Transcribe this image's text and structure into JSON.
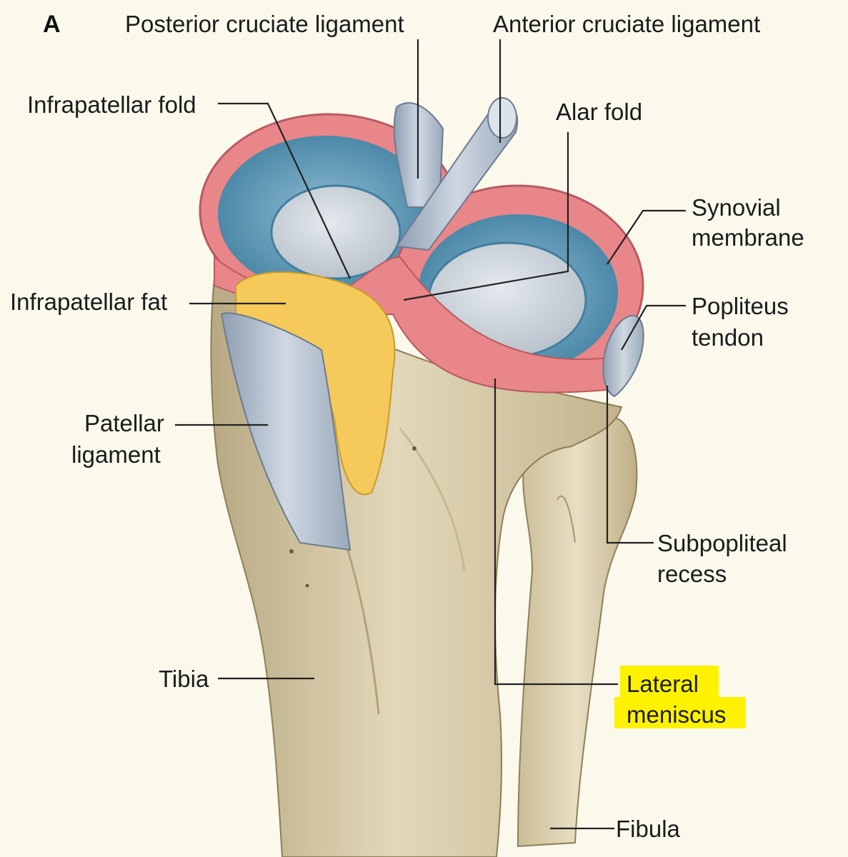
{
  "figure": {
    "panel_letter": "A",
    "highlight_color": "#fff200",
    "labels": {
      "posterior_cruciate_ligament": "Posterior cruciate ligament",
      "anterior_cruciate_ligament": "Anterior cruciate ligament",
      "infrapatellar_fold": "Infrapatellar fold",
      "alar_fold": "Alar fold",
      "synovial_membrane": [
        "Synovial",
        "membrane"
      ],
      "infrapatellar_fat": "Infrapatellar fat",
      "popliteus_tendon": [
        "Popliteus",
        "tendon"
      ],
      "patellar_ligament": [
        "Patellar",
        "ligament"
      ],
      "subpopliteal_recess": [
        "Subpopliteal",
        "recess"
      ],
      "tibia": "Tibia",
      "lateral_meniscus": [
        "Lateral",
        "meniscus"
      ],
      "fibula": "Fibula"
    }
  },
  "colors": {
    "background": "#fbf8ec",
    "bone": "#d6c9a4",
    "synovium": "#e9868a",
    "meniscus_cartilage": "#5f9bb8",
    "ligament": "#aab8c8",
    "fat": "#f5c95a"
  }
}
